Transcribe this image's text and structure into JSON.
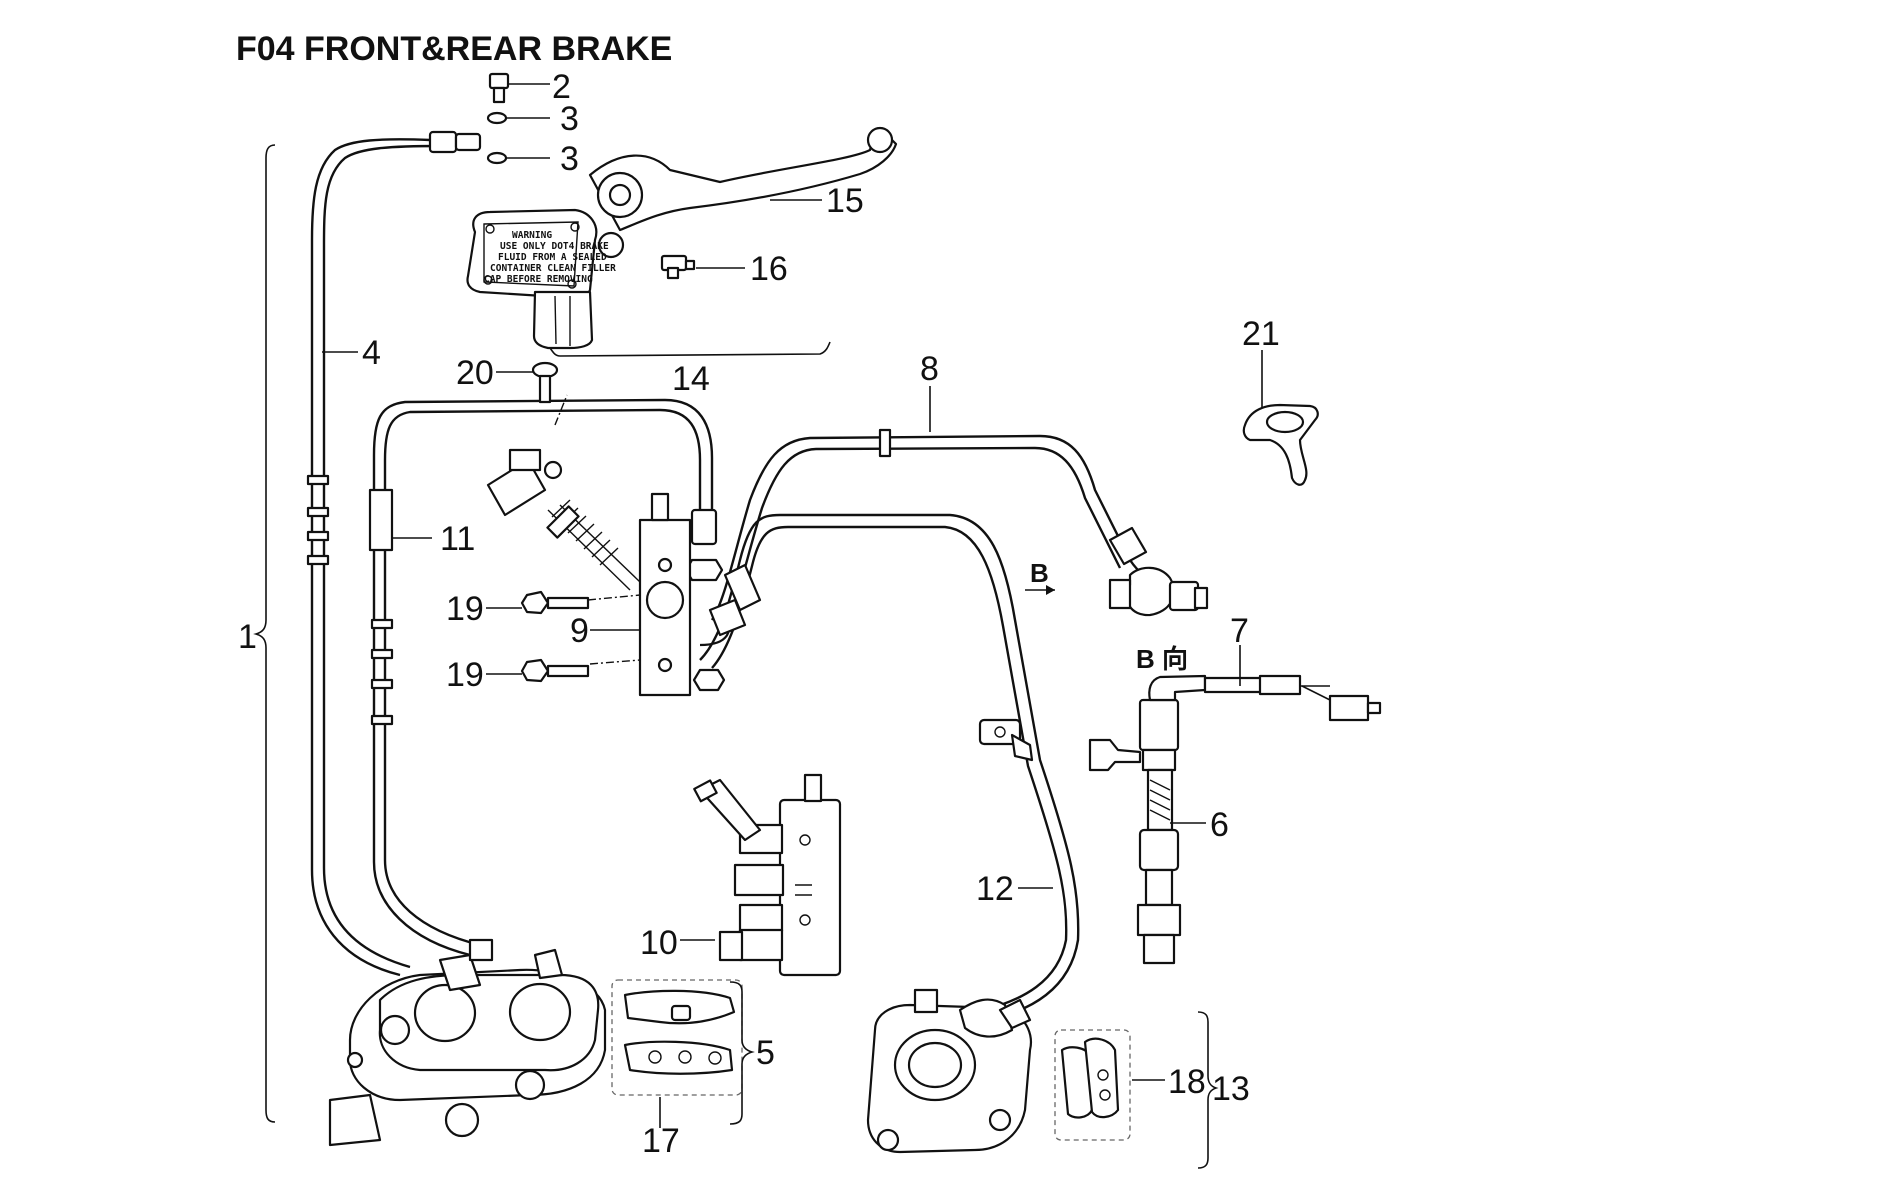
{
  "title": "F04  FRONT&REAR BRAKE",
  "callouts": {
    "c1": "1",
    "c2": "2",
    "c3a": "3",
    "c3b": "3",
    "c4": "4",
    "c5": "5",
    "c6": "6",
    "c7": "7",
    "c8": "8",
    "c9": "9",
    "c10": "10",
    "c11": "11",
    "c12": "12",
    "c13": "13",
    "c14": "14",
    "c15": "15",
    "c16": "16",
    "c17": "17",
    "c18": "18",
    "c19a": "19",
    "c19b": "19",
    "c20": "20",
    "c21": "21"
  },
  "warning_label": [
    "WARNING",
    "USE ONLY DOT4 BRAKE",
    "FLUID FROM A SEALED",
    "CONTAINER CLEAN FILLER",
    "CAP BEFORE REMOVING"
  ],
  "view_markers": {
    "arrow_label": "B",
    "view_label": "B 向"
  }
}
